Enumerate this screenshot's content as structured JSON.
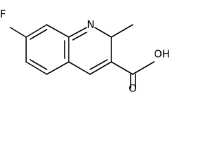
{
  "molecule": {
    "atoms": {
      "fluorine": "F",
      "ring_nitrogen": "N",
      "hydroxyl": "OH",
      "carbonyl_oxygen": "O"
    },
    "colors": {
      "ink": "#000000",
      "background": "#ffffff"
    }
  }
}
